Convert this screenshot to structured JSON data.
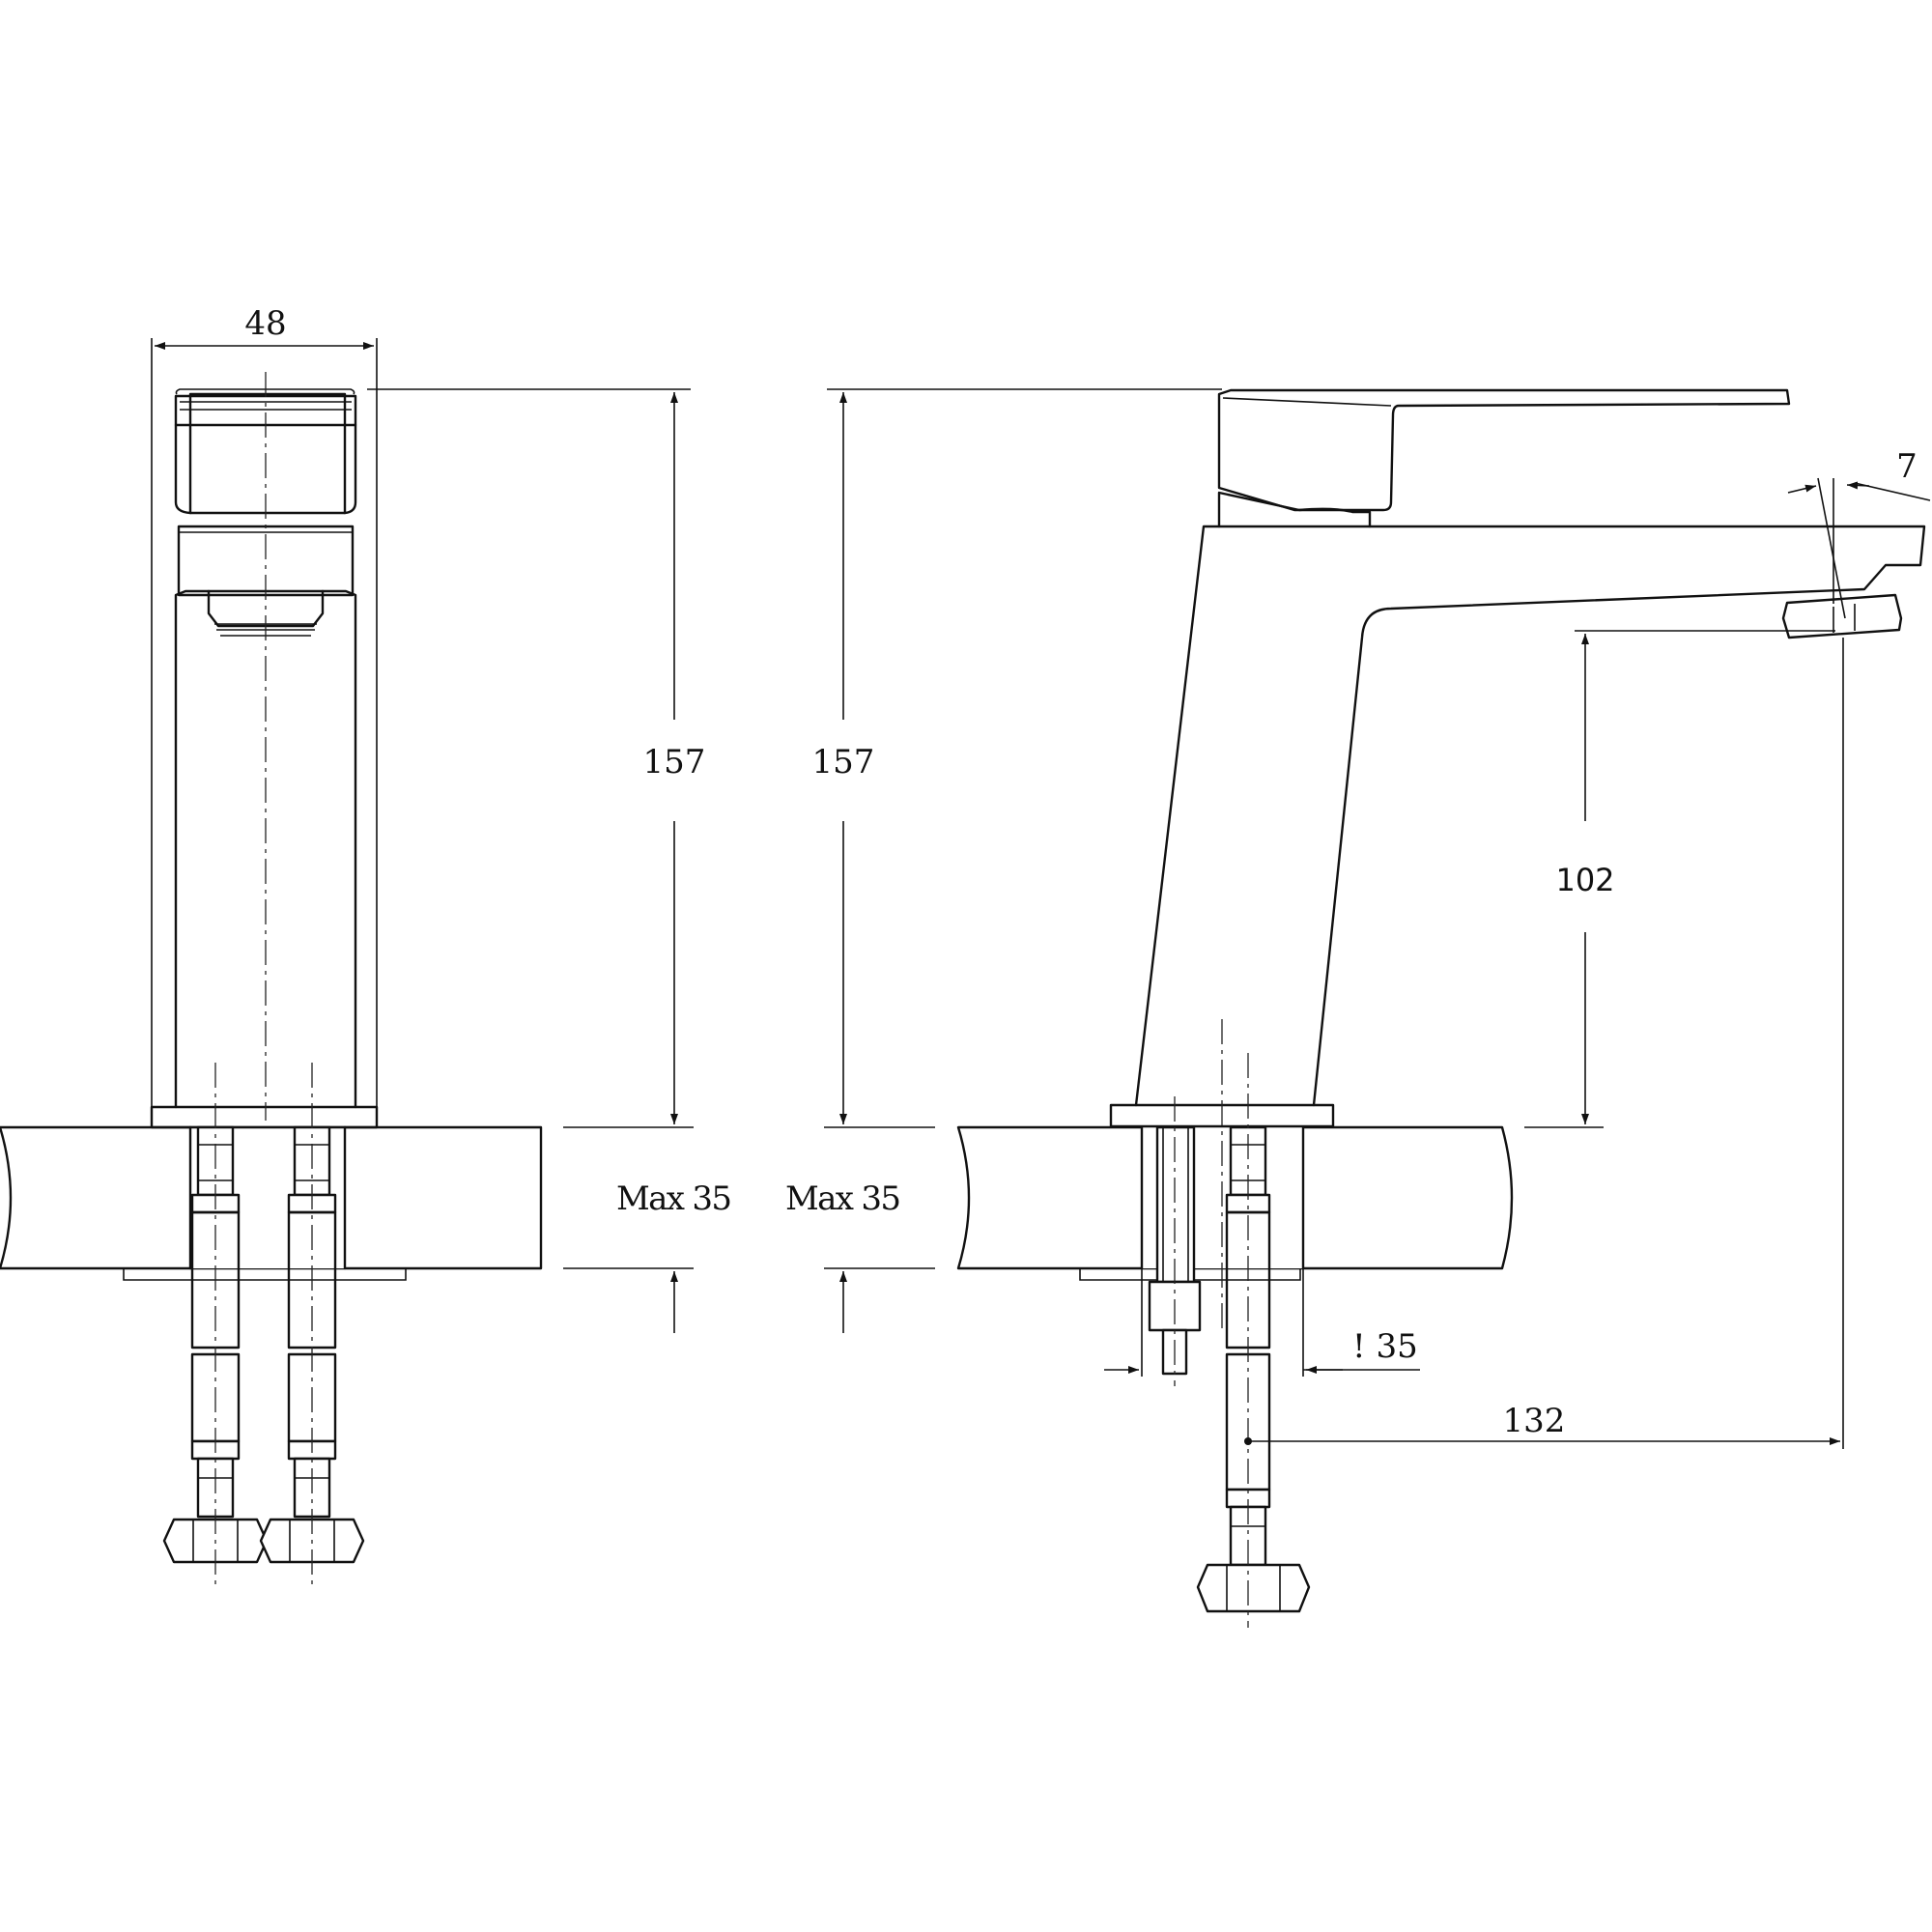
{
  "dimensions": {
    "front_width": "48",
    "front_height": "157",
    "side_height": "157",
    "spout_clearance": "102",
    "spout_tilt": "7",
    "front_max_deck": "Max 35",
    "side_max_deck": "Max 35",
    "hole_diameter": "! 35",
    "spout_reach": "132"
  }
}
